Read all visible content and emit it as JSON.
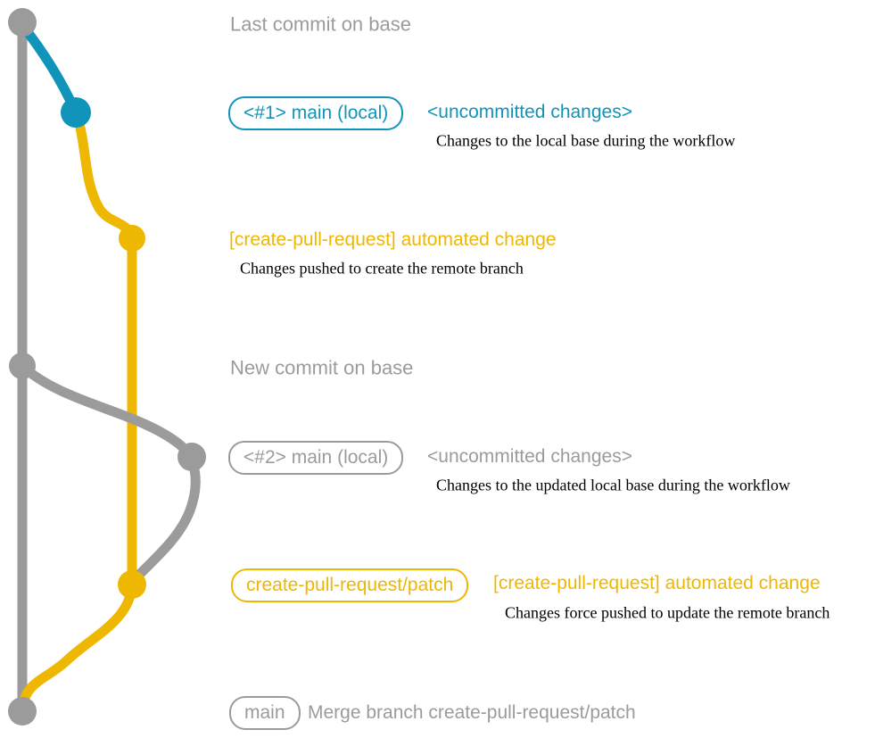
{
  "colors": {
    "gray": "#9b9b9b",
    "blue": "#1194ba",
    "yellow": "#eeb702",
    "description_text": "#000000"
  },
  "annotations": {
    "last_commit_label": "Last commit on base",
    "row1": {
      "badge": "<#1> main (local)",
      "title": "<uncommitted changes>",
      "desc": "Changes to the local base during the workflow"
    },
    "row2": {
      "title": "[create-pull-request] automated change",
      "desc": "Changes pushed to create the remote branch"
    },
    "new_commit_label": "New commit on base",
    "row3": {
      "badge": "<#2> main (local)",
      "title": "<uncommitted changes>",
      "desc": "Changes to the updated local base during the workflow"
    },
    "row4": {
      "badge": "create-pull-request/patch",
      "title": "[create-pull-request] automated change",
      "desc": "Changes force pushed to update the remote branch"
    },
    "row5": {
      "badge": "main",
      "title": "Merge branch create-pull-request/patch"
    }
  },
  "graph": {
    "branches": [
      {
        "name": "base",
        "color": "gray"
      },
      {
        "name": "main (local)",
        "color": "blue/gray"
      },
      {
        "name": "create-pull-request/patch",
        "color": "yellow"
      }
    ],
    "commit_dots": [
      {
        "order": 1,
        "color": "gray",
        "meaning": "Last commit on base"
      },
      {
        "order": 2,
        "color": "blue",
        "meaning": "<#1> main (local) uncommitted changes"
      },
      {
        "order": 3,
        "color": "yellow",
        "meaning": "[create-pull-request] automated change"
      },
      {
        "order": 4,
        "color": "gray",
        "meaning": "New commit on base"
      },
      {
        "order": 5,
        "color": "gray",
        "meaning": "<#2> main (local) uncommitted changes"
      },
      {
        "order": 6,
        "color": "yellow",
        "meaning": "create-pull-request/patch force pushed update"
      },
      {
        "order": 7,
        "color": "gray",
        "meaning": "main merge commit"
      }
    ]
  }
}
